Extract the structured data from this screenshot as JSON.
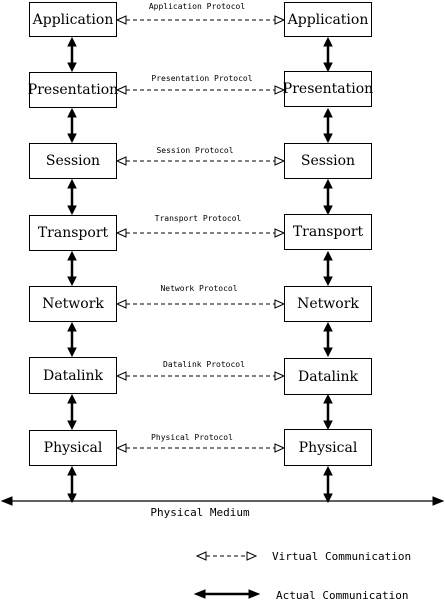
{
  "left_stack": [
    "Application",
    "Presentation",
    "Session",
    "Transport",
    "Network",
    "Datalink",
    "Physical"
  ],
  "right_stack": [
    "Application",
    "Presentation",
    "Session",
    "Transport",
    "Network",
    "Datalink",
    "Physical"
  ],
  "protocols": [
    "Application Protocol",
    "Presentation Protocol",
    "Session Protocol",
    "Transport Protocol",
    "Network Protocol",
    "Datalink Protocol",
    "Physical Protocol"
  ],
  "medium_label": "Physical Medium",
  "legend": {
    "virtual": "Virtual Communication",
    "actual": "Actual Communication"
  }
}
